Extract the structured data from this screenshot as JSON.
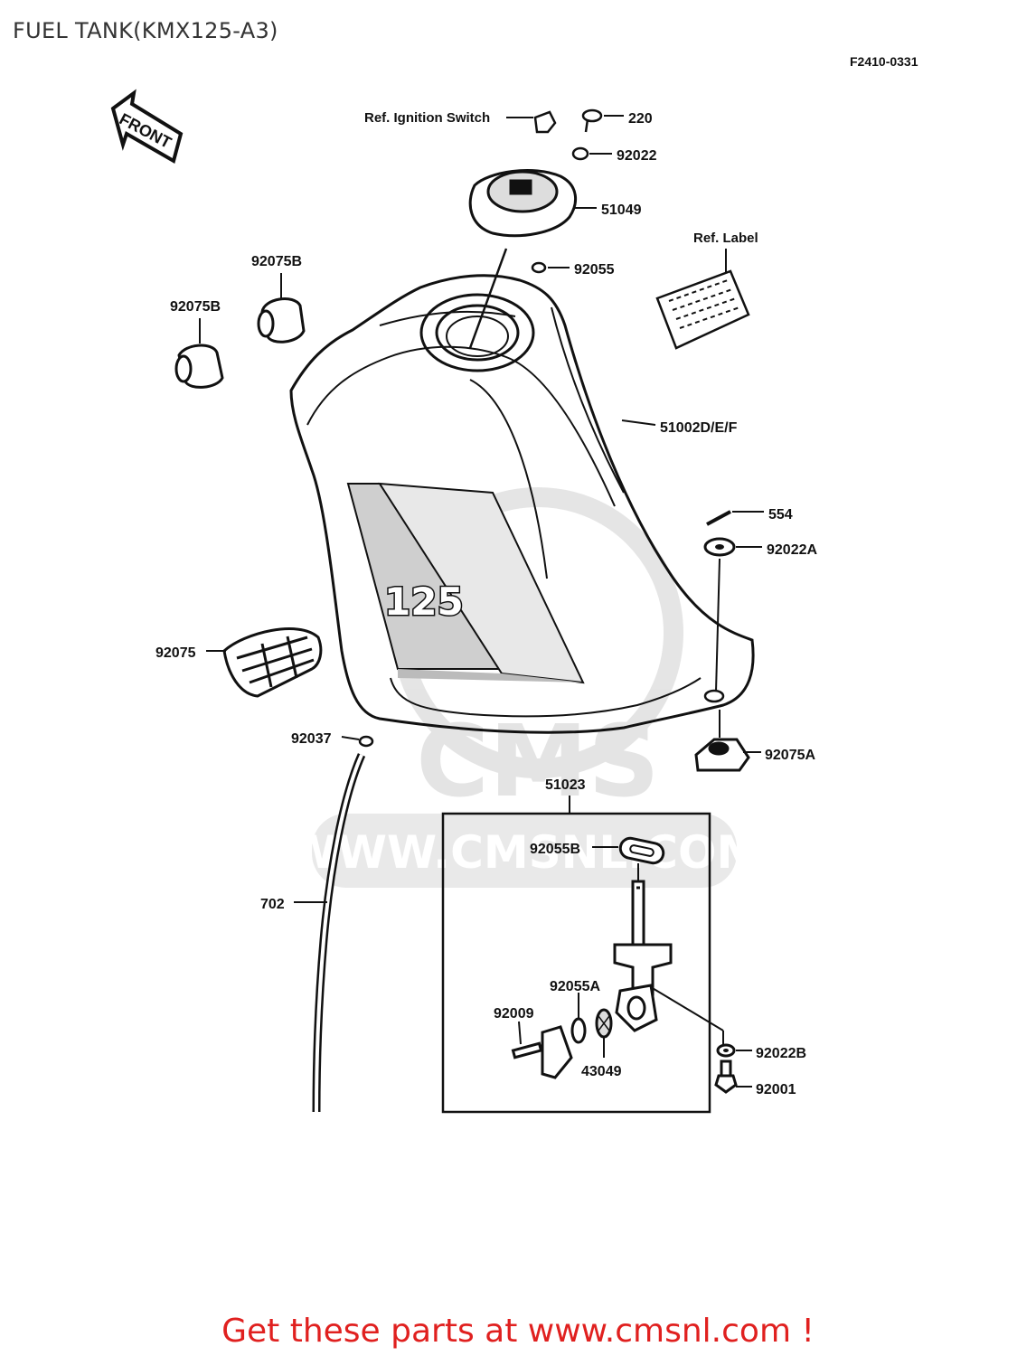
{
  "page": {
    "title": "FUEL TANK(KMX125-A3)",
    "drawing_code": "F2410-0331",
    "footer_link": "Get these parts at www.cmsnl.com !",
    "watermark_text": "WWW.CMSNL.COM",
    "watermark_logo_text": "CMS"
  },
  "diagram": {
    "front_arrow_label": "FRONT",
    "tank_decal_text": "125",
    "callouts": {
      "ref_ignition_switch": "Ref. Ignition Switch",
      "p220": "220",
      "p92022": "92022",
      "p51049": "51049",
      "ref_label": "Ref. Label",
      "p92075b_top": "92075B",
      "p92075b_left": "92075B",
      "p92055": "92055",
      "p51002": "51002D/E/F",
      "p554": "554",
      "p92022a": "92022A",
      "p92075": "92075",
      "p92037": "92037",
      "p92075a": "92075A",
      "p51023": "51023",
      "p92055b": "92055B",
      "p702": "702",
      "p92055a": "92055A",
      "p92009": "92009",
      "p43049": "43049",
      "p92022b": "92022B",
      "p92001": "92001"
    }
  },
  "colors": {
    "line": "#111111",
    "footer": "#e0201f",
    "watermark": "#cfcfcf",
    "title": "#333333"
  }
}
